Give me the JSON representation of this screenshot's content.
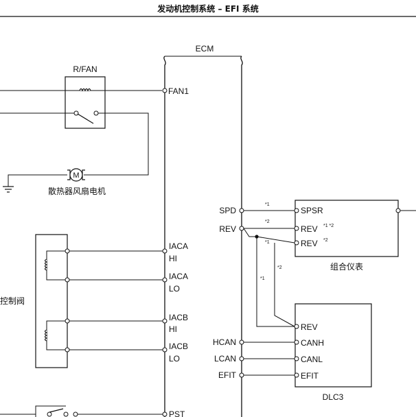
{
  "header": {
    "title": "发动机控制系统 – EFI 系统"
  },
  "ecm": {
    "label": "ECM"
  },
  "relay": {
    "label": "R/FAN"
  },
  "motor": {
    "symbol": "M",
    "label": "散热器风扇电机"
  },
  "valve": {
    "label": "控制阀"
  },
  "ecm_pins": {
    "fan1": "FAN1",
    "iaca_hi": [
      "IACA",
      "HI"
    ],
    "iaca_lo": [
      "IACA",
      "LO"
    ],
    "iacb_hi": [
      "IACB",
      "HI"
    ],
    "iacb_lo": [
      "IACB",
      "LO"
    ],
    "pst": "PST",
    "spd": "SPD",
    "rev": "REV",
    "hcan": "HCAN",
    "lcan": "LCAN",
    "efit": "EFIT"
  },
  "meter": {
    "label": "组合仪表",
    "pins": {
      "spsr": "SPSR",
      "rev1": "REV",
      "rev1_note": "*1 *2",
      "rev2": "REV",
      "rev2_note": "*2"
    }
  },
  "dlc3": {
    "label": "DLC3",
    "pins": {
      "rev": "REV",
      "canh": "CANH",
      "canl": "CANL",
      "efit": "EFIT"
    }
  },
  "notes": {
    "n1": "*1",
    "n2": "*2"
  }
}
